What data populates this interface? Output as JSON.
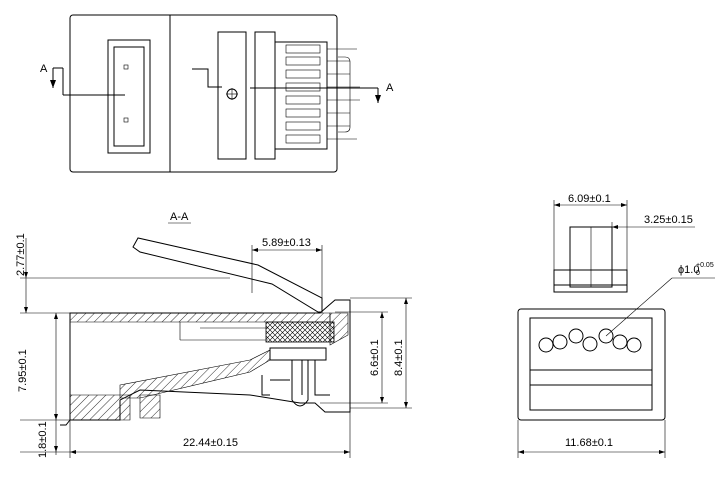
{
  "section_labels": {
    "cut_left": "A",
    "cut_right": "A",
    "section_title": "A-A"
  },
  "dimensions": {
    "upper_width": "5.89±0.13",
    "left_top_height": "2.77±0.1",
    "left_mid_height": "7.95±0.1",
    "left_bottom_height": "1.8±0.1",
    "inner_height": "6.6±0.1",
    "outer_height": "8.4±0.1",
    "total_length": "22.44±0.15",
    "latch_width": "6.09±0.1",
    "latch_inner": "3.25±0.15",
    "hole_dia_base": "ϕ1.0",
    "hole_dia_tol_upper": "+0.05",
    "hole_dia_tol_lower": "0",
    "front_width": "11.68±0.1"
  },
  "colors": {
    "line": "#000000",
    "background": "#ffffff"
  }
}
